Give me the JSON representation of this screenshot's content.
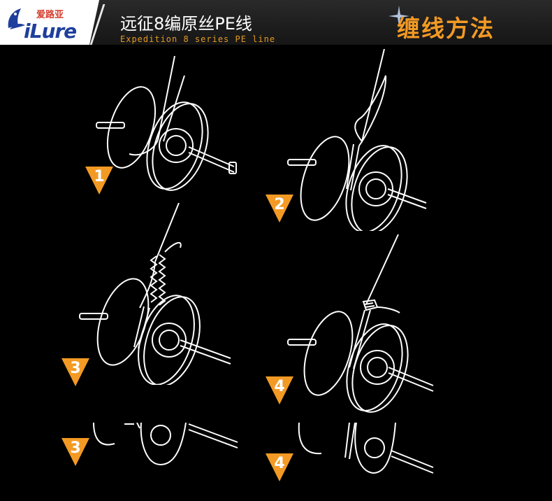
{
  "brand": {
    "name_cn": "爱路亚",
    "name_en": "iLure"
  },
  "header": {
    "title_cn": "远征8编原丝PE线",
    "title_en": "Expedition 8 series PE line",
    "section": "缠线方法"
  },
  "colors": {
    "background": "#000000",
    "accent": "#f39a24",
    "brand_blue": "#1e3f9c",
    "brand_red": "#d43b2a",
    "line": "#ffffff"
  },
  "steps": [
    {
      "number": "1"
    },
    {
      "number": "2"
    },
    {
      "number": "3"
    },
    {
      "number": "4"
    },
    {
      "number": "3"
    },
    {
      "number": "4"
    }
  ]
}
